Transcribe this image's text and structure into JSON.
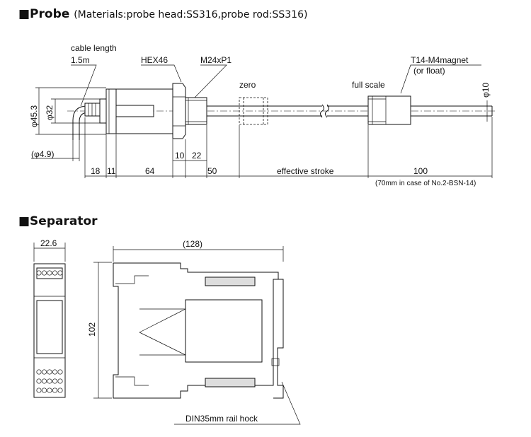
{
  "probe": {
    "title_prefix": "■Probe",
    "title_sub": "(Materials:probe head:SS316,probe rod:SS316)",
    "labels": {
      "cable_length": "cable length",
      "cable_value": "1.5m",
      "hex": "HEX46",
      "thread": "M24xP1",
      "zero": "zero",
      "full_scale": "full scale",
      "magnet": "T14-M4magnet",
      "or_float": "(or float)",
      "dia_rod": "φ10",
      "dia_head": "φ45.3",
      "dia_body": "φ32",
      "dia_cable": "(φ4.9)"
    },
    "dims": {
      "d18": "18",
      "d11": "11",
      "d64": "64",
      "d10": "10",
      "d22": "22",
      "d50": "50",
      "effective_stroke": "effective stroke",
      "d100": "100",
      "note": "(70mm in case of No.2-BSN-14)"
    }
  },
  "separator": {
    "title": "■Separator",
    "width": "22.6",
    "depth": "(128)",
    "height": "102",
    "rail": "DIN35mm rail hock"
  }
}
